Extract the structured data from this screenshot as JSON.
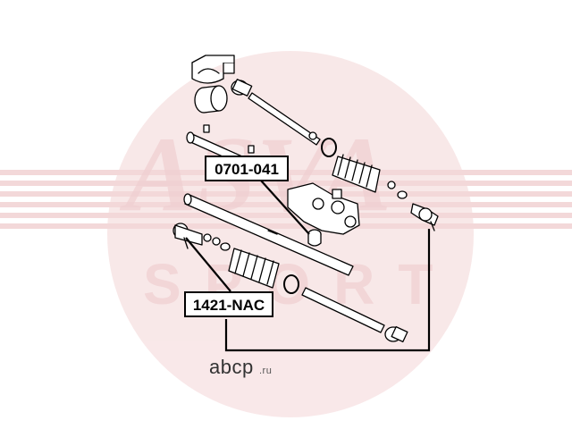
{
  "watermark": {
    "brand_top": "ASVA",
    "brand_bottom": "SPORT",
    "color": "#e5a3a6"
  },
  "labels": {
    "part_a": "0701-041",
    "part_b": "1421-NAC"
  },
  "site_mark": {
    "name": "abcp",
    "tld": ".ru"
  },
  "colors": {
    "line": "#000000",
    "label_border": "#000000"
  }
}
